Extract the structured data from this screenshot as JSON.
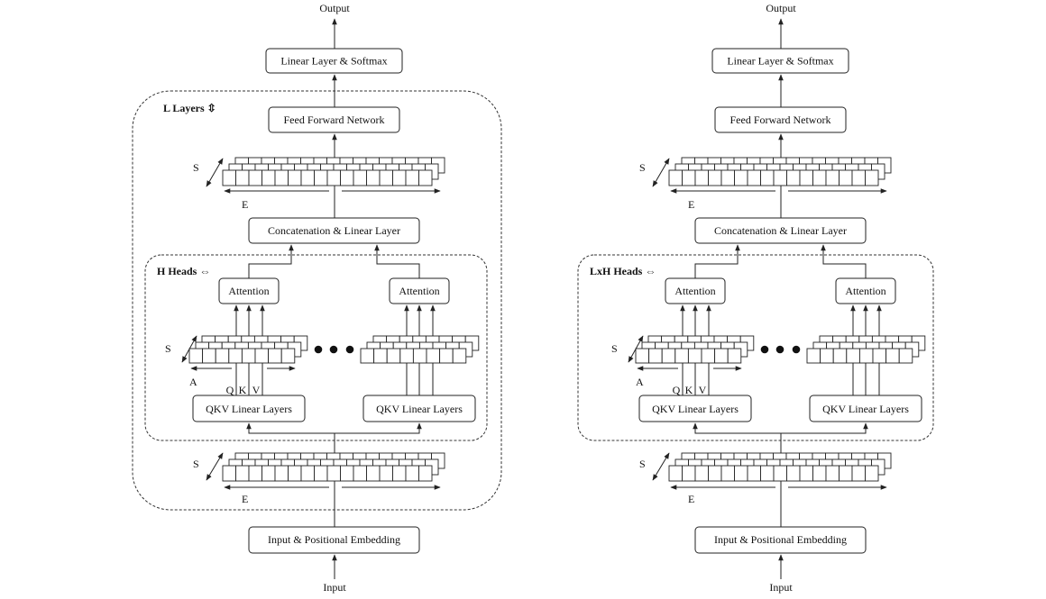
{
  "diagrams": [
    {
      "output": "Output",
      "input": "Input",
      "softmax": "Linear Layer & Softmax",
      "ffn": "Feed Forward Network",
      "concat": "Concatenation & Linear Layer",
      "embed": "Input & Positional Embedding",
      "outer_label": "L Layers ⇳",
      "heads_label": "H Heads ⇔",
      "attention": "Attention",
      "qkv": "QKV Linear Layers",
      "s": "S",
      "e": "E",
      "a": "A",
      "q": "Q",
      "k": "K",
      "v": "V"
    },
    {
      "output": "Output",
      "input": "Input",
      "softmax": "Linear Layer & Softmax",
      "ffn": "Feed Forward Network",
      "concat": "Concatenation & Linear Layer",
      "embed": "Input & Positional Embedding",
      "heads_label": "LxH Heads ⇔",
      "attention": "Attention",
      "qkv": "QKV Linear Layers",
      "s": "S",
      "e": "E",
      "a": "A",
      "q": "Q",
      "k": "K",
      "v": "V"
    }
  ]
}
